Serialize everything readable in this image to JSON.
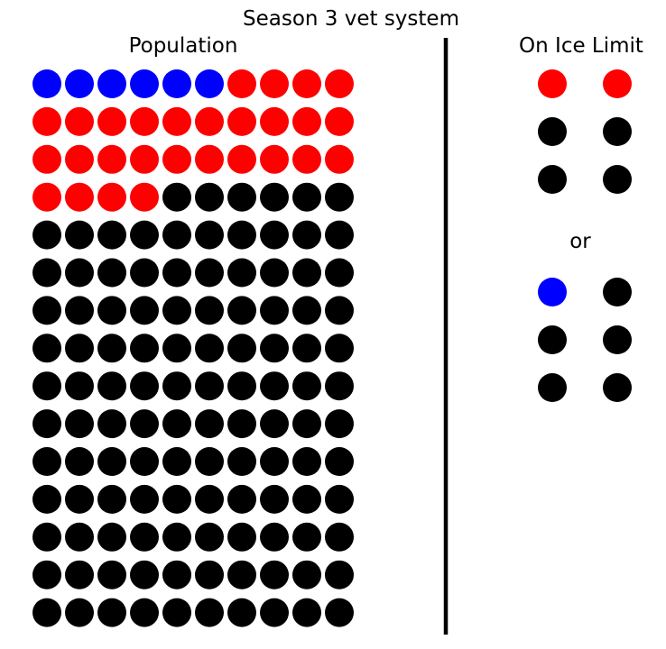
{
  "title": "Season 3 vet system",
  "population": {
    "label": "Population",
    "columns": 10,
    "counts": {
      "blue": 6,
      "red": 28,
      "black": 116
    }
  },
  "on_ice_limit": {
    "label": "On Ice Limit",
    "separator_label": "or",
    "option_a": [
      "red",
      "red",
      "black",
      "black",
      "black",
      "black"
    ],
    "option_b": [
      "blue",
      "black",
      "black",
      "black",
      "black",
      "black"
    ]
  },
  "colors": {
    "blue": "#0000ff",
    "red": "#ff0000",
    "black": "#000000"
  }
}
